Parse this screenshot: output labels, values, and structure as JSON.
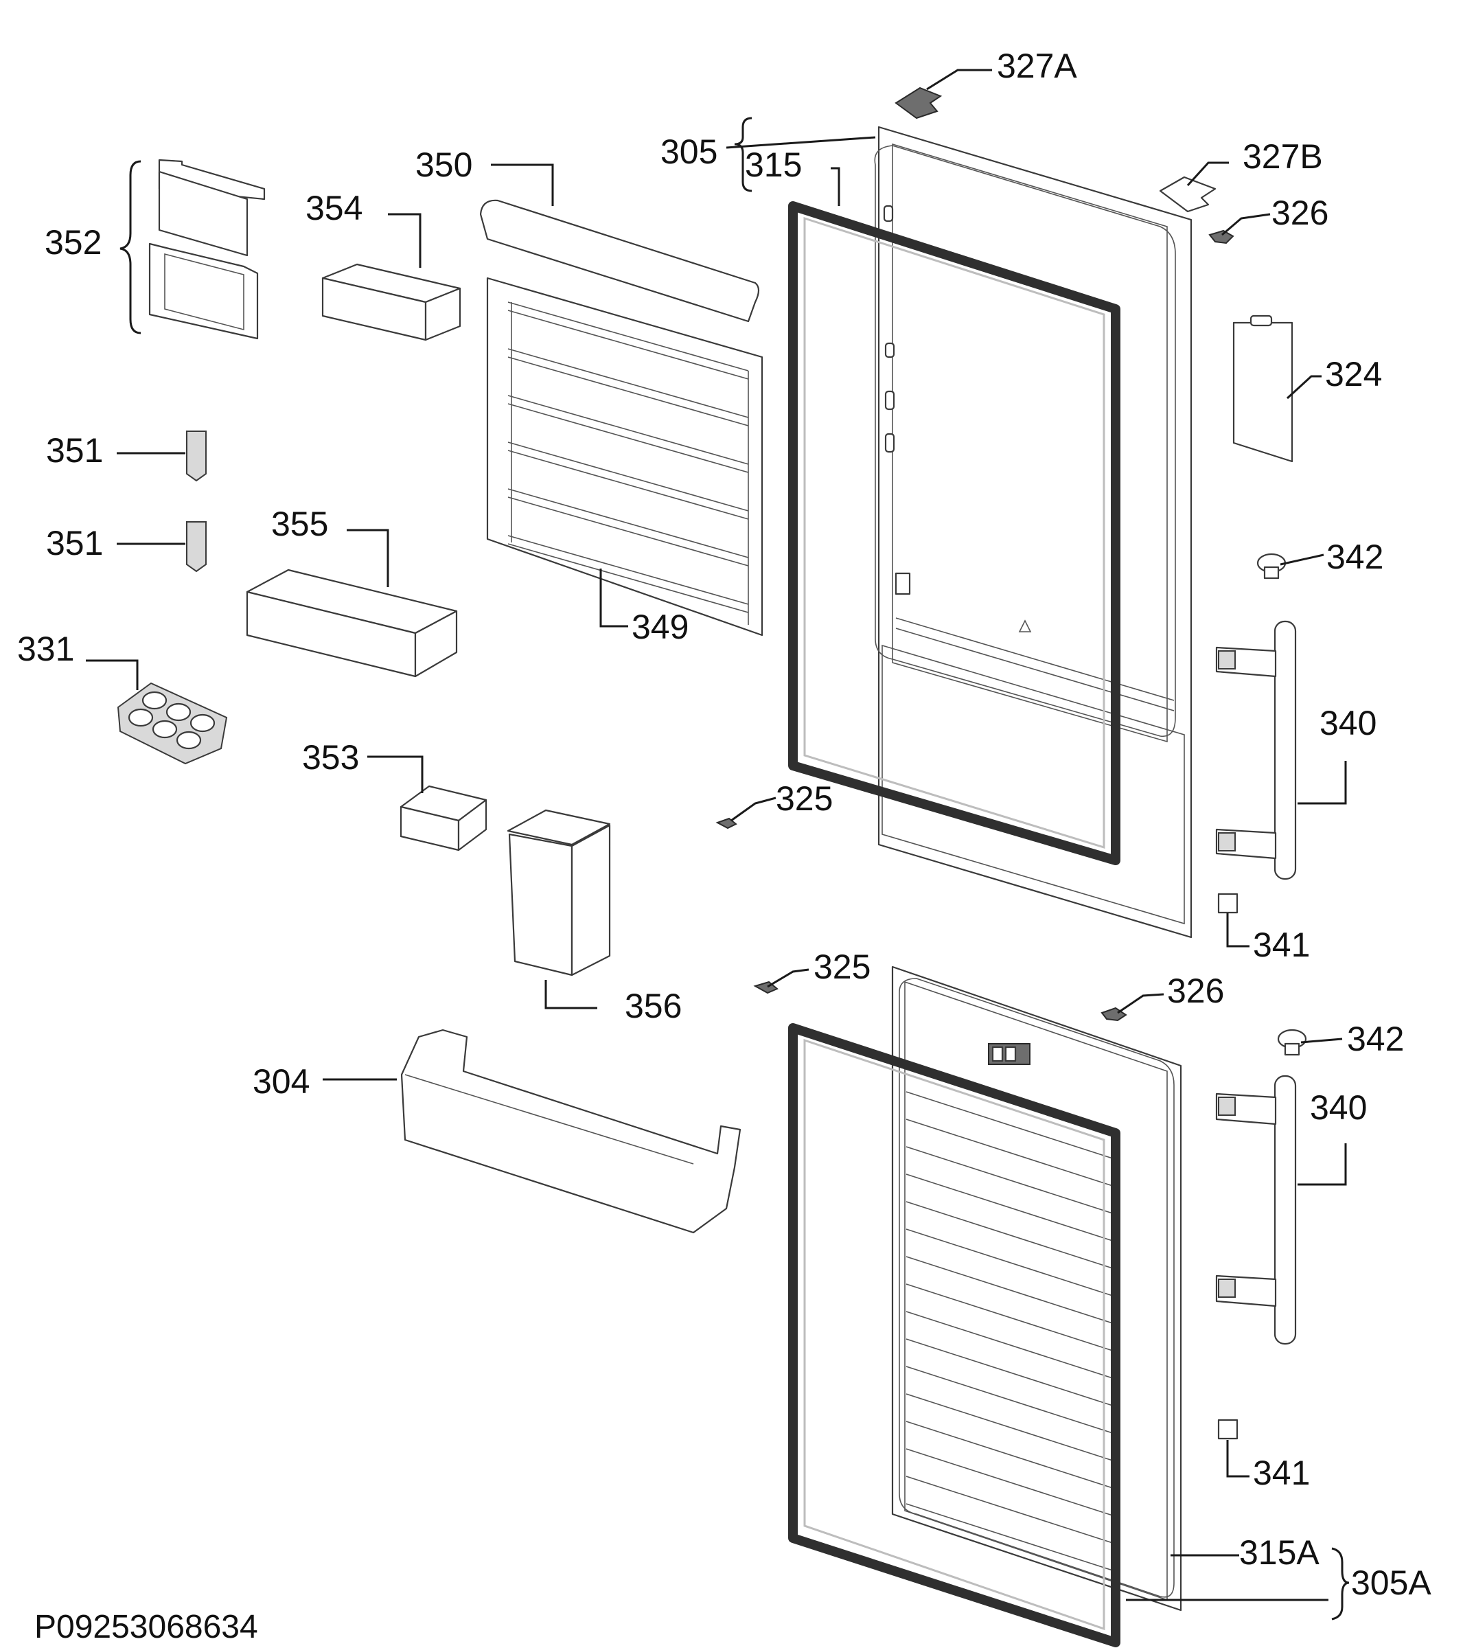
{
  "diagram": {
    "labels": {
      "l327A": "327A",
      "l305": "305",
      "l315": "315",
      "l327B": "327B",
      "l326a": "326",
      "l350": "350",
      "l354": "354",
      "l352": "352",
      "l324": "324",
      "l351a": "351",
      "l351b": "351",
      "l342a": "342",
      "l355": "355",
      "l349": "349",
      "l331": "331",
      "l340a": "340",
      "l353": "353",
      "l325a": "325",
      "l341a": "341",
      "l356": "356",
      "l325b": "325",
      "l326b": "326",
      "l342b": "342",
      "l304": "304",
      "l340b": "340",
      "l341b": "341",
      "l315A": "315A",
      "l305A": "305A"
    },
    "code": "P09253068634"
  }
}
